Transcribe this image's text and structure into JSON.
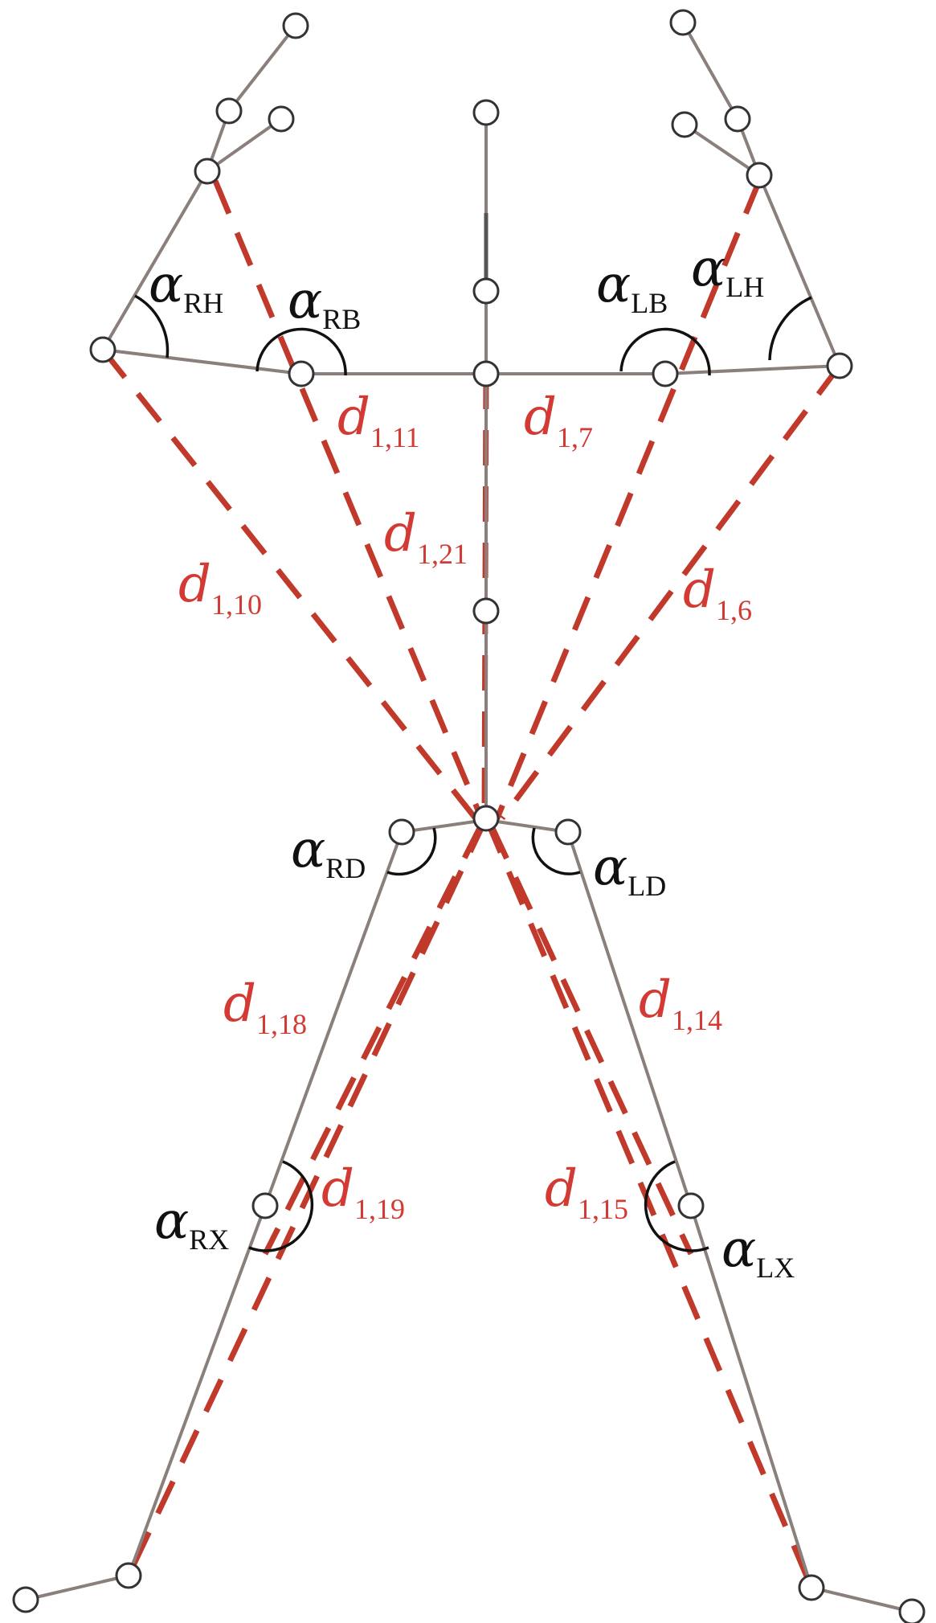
{
  "angles": {
    "RH": {
      "symbol": "α",
      "subscript": "RH"
    },
    "RB": {
      "symbol": "α",
      "subscript": "RB"
    },
    "LB": {
      "symbol": "α",
      "subscript": "LB"
    },
    "LH": {
      "symbol": "α",
      "subscript": "LH"
    },
    "RD": {
      "symbol": "α",
      "subscript": "RD"
    },
    "LD": {
      "symbol": "α",
      "subscript": "LD"
    },
    "RX": {
      "symbol": "α",
      "subscript": "RX"
    },
    "LX": {
      "symbol": "α",
      "subscript": "LX"
    }
  },
  "distances": {
    "d_1_11": {
      "symbol": "d",
      "subscript": "1,11"
    },
    "d_1_7": {
      "symbol": "d",
      "subscript": "1,7"
    },
    "d_1_21": {
      "symbol": "d",
      "subscript": "1,21"
    },
    "d_1_10": {
      "symbol": "d",
      "subscript": "1,10"
    },
    "d_1_6": {
      "symbol": "d",
      "subscript": "1,6"
    },
    "d_1_18": {
      "symbol": "d",
      "subscript": "1,18"
    },
    "d_1_14": {
      "symbol": "d",
      "subscript": "1,14"
    },
    "d_1_19": {
      "symbol": "d",
      "subscript": "1,19"
    },
    "d_1_15": {
      "symbol": "d",
      "subscript": "1,15"
    }
  },
  "colors": {
    "distance_line": "#c0392b",
    "distance_label": "#d23a33",
    "bone": "#8a7f7b",
    "angle_label": "#111111"
  }
}
